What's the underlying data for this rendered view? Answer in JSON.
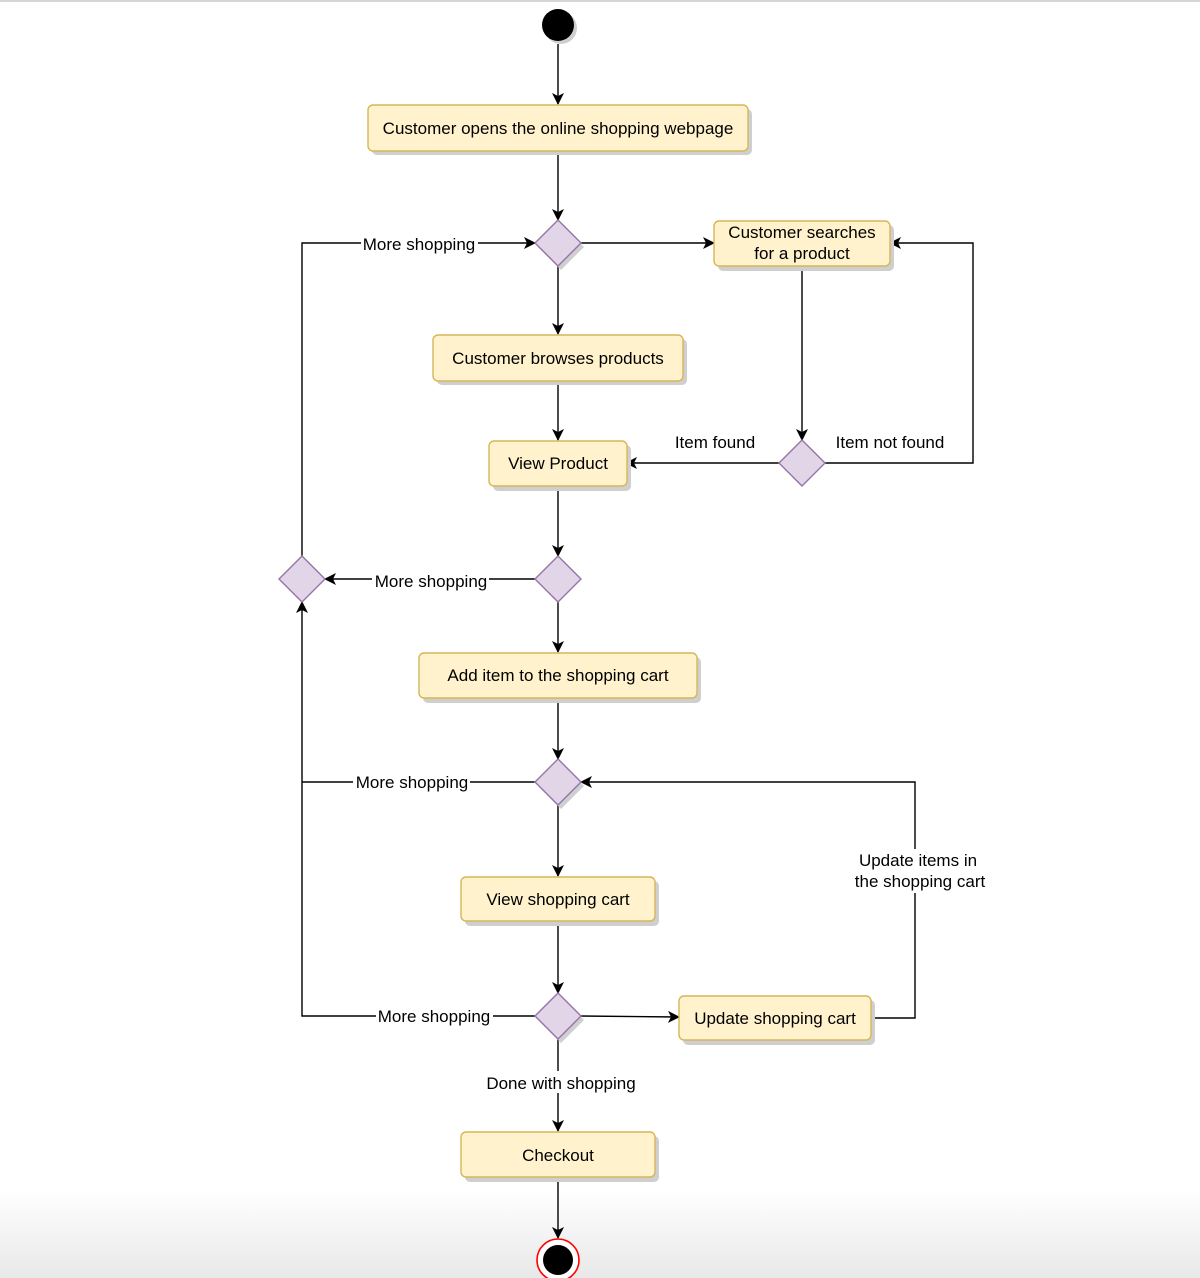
{
  "diagram": {
    "actions": {
      "open": "Customer opens the online shopping webpage",
      "search_l1": "Customer searches",
      "search_l2": "for a product",
      "browse": "Customer browses products",
      "view_product": "View Product",
      "add_item": "Add item to the shopping cart",
      "view_cart": "View shopping cart",
      "update_cart": "Update shopping cart",
      "checkout": "Checkout"
    },
    "edge_labels": {
      "more_shopping_1": "More shopping",
      "more_shopping_2": "More shopping",
      "more_shopping_3": "More shopping",
      "more_shopping_4": "More shopping",
      "item_found": "Item found",
      "item_not_found": "Item not found",
      "update_items_l1": "Update items in",
      "update_items_l2": "the shopping cart",
      "done_shopping": "Done with shopping"
    },
    "colors": {
      "action_fill": "#fff2cc",
      "action_stroke": "#d6b656",
      "decision_fill": "#e1d5e7",
      "decision_stroke": "#9673a6",
      "final_ring": "#ff0000"
    }
  }
}
